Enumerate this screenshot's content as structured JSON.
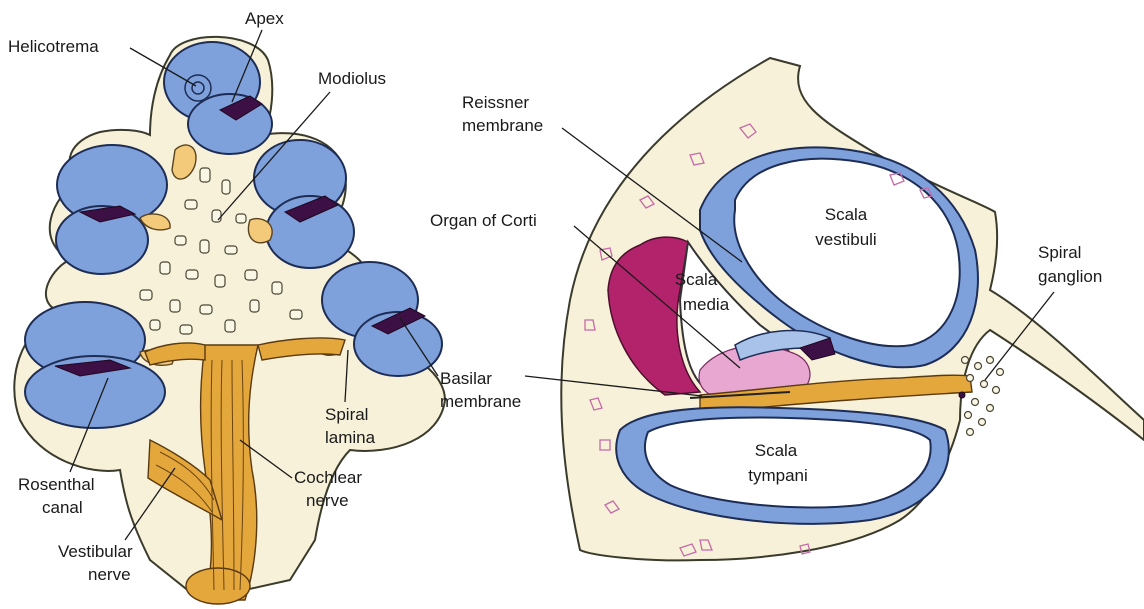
{
  "diagram": {
    "left_labels": {
      "helicotrema": "Helicotrema",
      "apex": "Apex",
      "modiolus": "Modiolus",
      "spiral_lamina_1": "Spiral",
      "spiral_lamina_2": "lamina",
      "rosenthal_1": "Rosenthal",
      "rosenthal_2": "canal",
      "vestibular_1": "Vestibular",
      "vestibular_2": "nerve",
      "cochlear_1": "Cochlear",
      "cochlear_2": "nerve"
    },
    "center_labels": {
      "reissner_1": "Reissner",
      "reissner_2": "membrane",
      "organ_of_corti": "Organ of Corti",
      "basilar_1": "Basilar",
      "basilar_2": "membrane"
    },
    "right_labels": {
      "scala_vestibuli_1": "Scala",
      "scala_vestibuli_2": "vestibuli",
      "scala_media_1": "Scala",
      "scala_media_2": "media",
      "scala_tympani_1": "Scala",
      "scala_tympani_2": "tympani",
      "spiral_ganglion_1": "Spiral",
      "spiral_ganglion_2": "ganglion"
    }
  }
}
